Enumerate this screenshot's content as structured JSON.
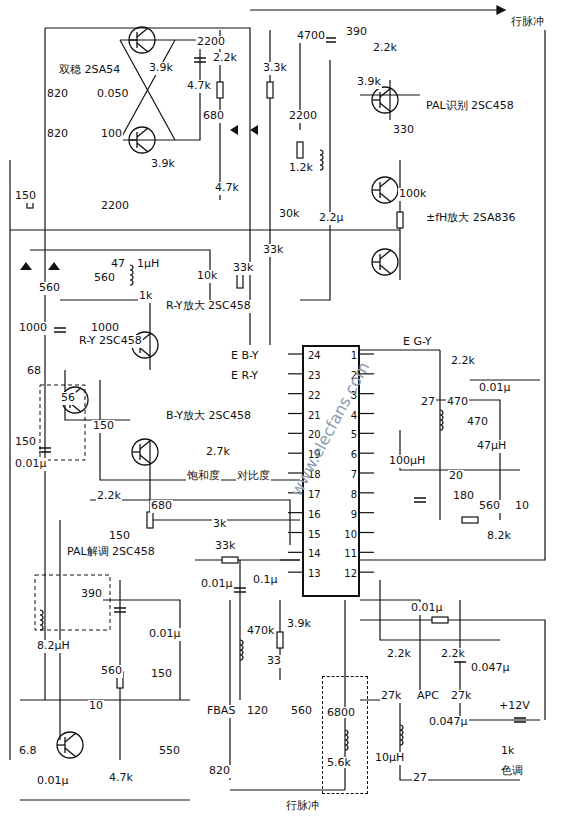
{
  "diagram": {
    "nodes": [
      {
        "text": [
          "1",
          "2",
          "3",
          "4",
          "5",
          "6",
          "7",
          "8",
          "9",
          "10",
          "11",
          "12",
          "13",
          "14",
          "15",
          "16",
          "17",
          "18",
          "19",
          "20",
          "21",
          "22",
          "23",
          "24"
        ]
      },
      {
        "text": [
          "6800",
          "5.6k"
        ]
      }
    ],
    "labels": [
      "行脉冲",
      "2200",
      "3.9k",
      "4.7k",
      "2.2k",
      "680",
      "双稳 2SA54",
      "820",
      "0.050",
      "820",
      "100",
      "3.9k",
      "2200",
      "4.7k",
      "3.3k",
      "4700",
      "390",
      "2.2k",
      "2200",
      "3.9k",
      "330",
      "PAL识别 2SC458",
      "1.2k",
      "30k",
      "2.2μ",
      "100k",
      "±fH放大 2SA836",
      "33k",
      "150",
      "1000",
      "560",
      "560",
      "1000",
      "47",
      "1μH",
      "1k",
      "10k",
      "33k",
      "R-Y放大 2SC458",
      "R-Y 2SC458",
      "68",
      "56",
      "150",
      "0.01μ",
      "150",
      "B-Y放大 2SC458",
      "E B-Y",
      "E R-Y",
      "E G-Y",
      "2.7k",
      "2.2k",
      "150",
      "饱和度",
      "对比度",
      "3k",
      "33k",
      "680",
      "2.2k",
      "0.01μ",
      "27",
      "470",
      "470",
      "47μH",
      "100μH",
      "20",
      "180",
      "560",
      "8.2k",
      "10",
      "0.01μ",
      "0.1μ",
      "470k",
      "3.9k",
      "33",
      "FBAS",
      "120",
      "820",
      "560",
      "行脉冲",
      "PAL解调 2SC458",
      "390",
      "8.2μH",
      "560",
      "150",
      "0.01μ",
      "10",
      "550",
      "6.8",
      "0.01μ",
      "4.7k",
      "0.01μ",
      "2.2k",
      "2.2k",
      "27k",
      "APC",
      "27k",
      "0.047μ",
      "0.047μ",
      "10μH",
      "27",
      "1k",
      "色调",
      "+12V",
      "www.elecfans.com"
    ]
  }
}
